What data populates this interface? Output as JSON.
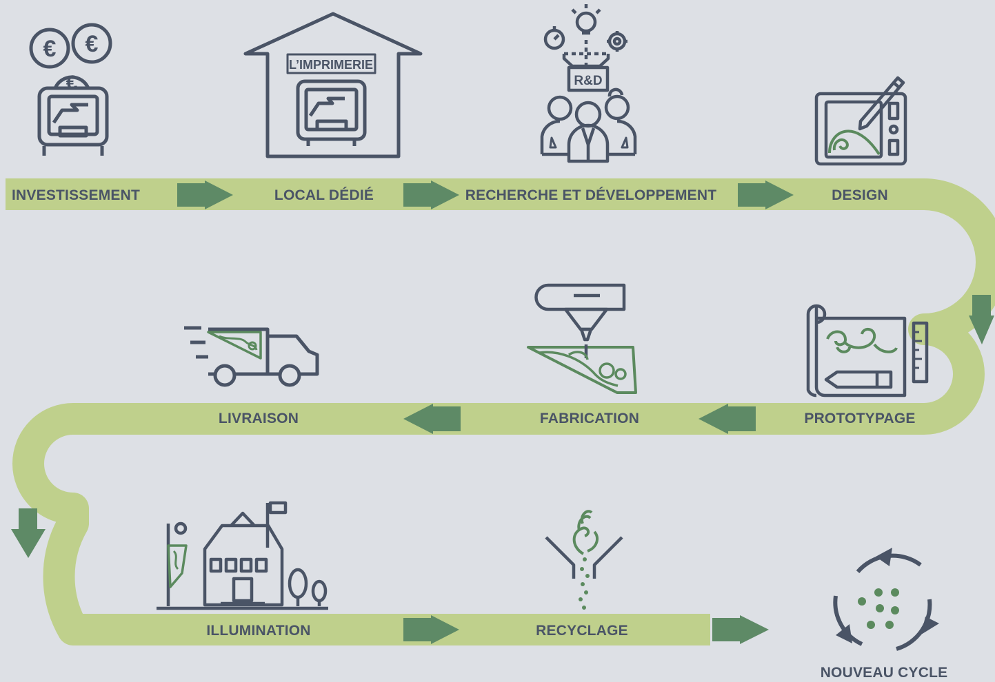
{
  "steps": [
    {
      "id": "investissement",
      "label": "INVESTISSEMENT",
      "icon": "coins-printer-icon"
    },
    {
      "id": "local",
      "label": "LOCAL DÉDIÉ",
      "icon": "print-shop-building-icon",
      "sign": "L’IMPRIMERIE"
    },
    {
      "id": "rd",
      "label": "RECHERCHE ET DÉVELOPPEMENT",
      "icon": "research-team-icon",
      "box": "R&D"
    },
    {
      "id": "design",
      "label": "DESIGN",
      "icon": "drawing-tablet-icon"
    },
    {
      "id": "prototypage",
      "label": "PROTOTYPAGE",
      "icon": "blueprint-icon"
    },
    {
      "id": "fabrication",
      "label": "FABRICATION",
      "icon": "laser-cutter-icon"
    },
    {
      "id": "livraison",
      "label": "LIVRAISON",
      "icon": "delivery-truck-icon"
    },
    {
      "id": "illumination",
      "label": "ILLUMINATION",
      "icon": "lit-building-icon"
    },
    {
      "id": "recyclage",
      "label": "RECYCLAGE",
      "icon": "recycling-funnel-icon"
    },
    {
      "id": "nouveau",
      "label": "NOUVEAU CYCLE",
      "icon": "recycle-cycle-icon"
    }
  ],
  "colors": {
    "background": "#dde0e5",
    "path": "#bfd08c",
    "arrow": "#5e8a66",
    "icon_stroke": "#4a5466",
    "accent_green": "#5b8a5e"
  }
}
